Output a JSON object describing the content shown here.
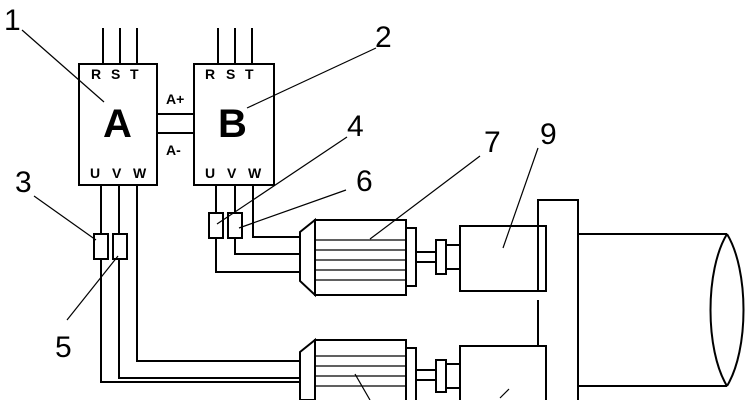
{
  "drive_a": {
    "letter": "A",
    "input_terminals": [
      "R",
      "S",
      "T"
    ],
    "output_terminals": [
      "U",
      "V",
      "W"
    ]
  },
  "drive_b": {
    "letter": "B",
    "input_terminals": [
      "R",
      "S",
      "T"
    ],
    "output_terminals": [
      "U",
      "V",
      "W"
    ]
  },
  "link": {
    "plus": "A+",
    "minus": "A-"
  },
  "reference_numbers": [
    "1",
    "2",
    "3",
    "4",
    "5",
    "6",
    "7",
    "9"
  ]
}
